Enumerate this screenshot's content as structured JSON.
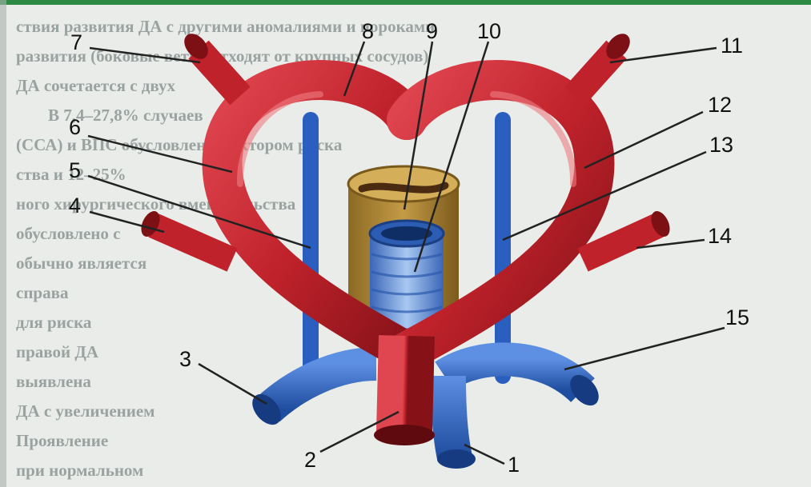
{
  "figure": {
    "labels": [
      "1",
      "2",
      "3",
      "4",
      "5",
      "6",
      "7",
      "8",
      "9",
      "10",
      "11",
      "12",
      "13",
      "14",
      "15"
    ]
  },
  "background_text": [
    "ствия развития ДА с другими аномалиями и пороками",
    "развития (боковые ветви отходят от крупных сосудов)",
    "ДА сочетается с двух",
    "В 7,4–27,8% случаев",
    "(ССА) и ВПС обусловлено фактором риска",
    "ства и 12–25%",
    "ного хирургического вмешательства",
    "обусловлено с",
    "обычно является",
    "справа",
    "для риска",
    "правой ДА",
    "выявлена",
    "ДА с увеличением",
    "Проявление",
    "при нормальном"
  ],
  "colors": {
    "artery": "#c0222b",
    "artery_highlight": "#e24a50",
    "artery_dark": "#7d1015",
    "vein": "#2b5fbf",
    "vein_light": "#5d8fe3",
    "trachea": "#b98b35",
    "trachea_dark": "#7a5a1c",
    "esophagus": "#4f7fd1",
    "esophagus_light": "#9cc0f0",
    "label_line": "#222222"
  }
}
